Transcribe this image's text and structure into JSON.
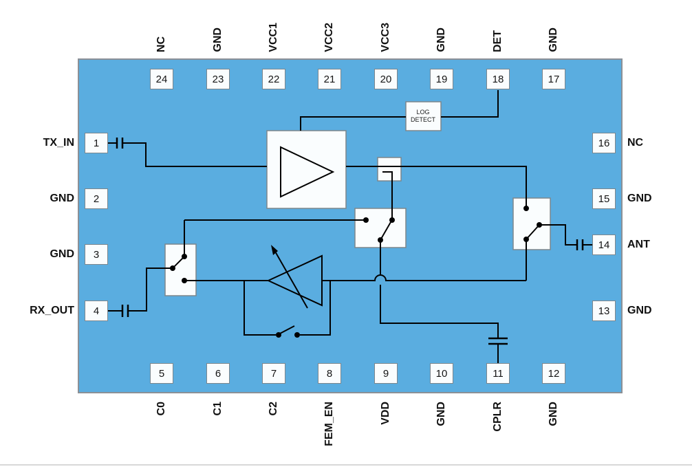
{
  "colors": {
    "chip_fill": "#5aade0",
    "box_fill": "#fafdfe",
    "box_border": "#7d868c",
    "wire": "#000000"
  },
  "blocks": {
    "log_detect": {
      "line1": "LOG",
      "line2": "DETECT"
    }
  },
  "pins": {
    "top": [
      {
        "num": "24",
        "label": "NC"
      },
      {
        "num": "23",
        "label": "GND"
      },
      {
        "num": "22",
        "label": "VCC1"
      },
      {
        "num": "21",
        "label": "VCC2"
      },
      {
        "num": "20",
        "label": "VCC3"
      },
      {
        "num": "19",
        "label": "GND"
      },
      {
        "num": "18",
        "label": "DET"
      },
      {
        "num": "17",
        "label": "GND"
      }
    ],
    "bottom": [
      {
        "num": "5",
        "label": "C0"
      },
      {
        "num": "6",
        "label": "C1"
      },
      {
        "num": "7",
        "label": "C2"
      },
      {
        "num": "8",
        "label": "FEM_EN"
      },
      {
        "num": "9",
        "label": "VDD"
      },
      {
        "num": "10",
        "label": "GND"
      },
      {
        "num": "11",
        "label": "CPLR"
      },
      {
        "num": "12",
        "label": "GND"
      }
    ],
    "left": [
      {
        "num": "1",
        "label": "TX_IN"
      },
      {
        "num": "2",
        "label": "GND"
      },
      {
        "num": "3",
        "label": "GND"
      },
      {
        "num": "4",
        "label": "RX_OUT"
      }
    ],
    "right": [
      {
        "num": "16",
        "label": "NC"
      },
      {
        "num": "15",
        "label": "GND"
      },
      {
        "num": "14",
        "label": "ANT"
      },
      {
        "num": "13",
        "label": "GND"
      }
    ]
  }
}
